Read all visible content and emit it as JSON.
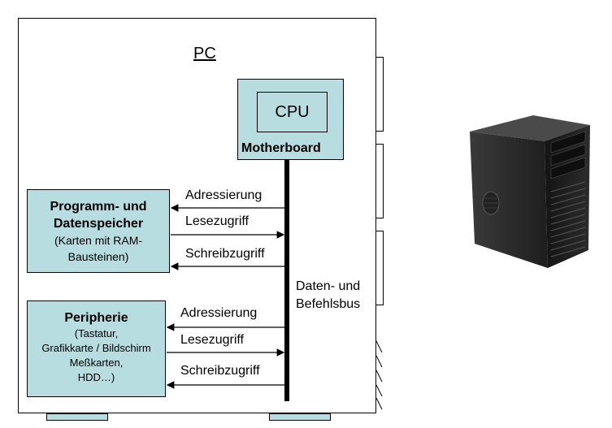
{
  "pc": {
    "title": "PC"
  },
  "motherboard": {
    "label": "Motherboard",
    "cpu_label": "CPU"
  },
  "bus": {
    "line1": "Daten- und",
    "line2": "Befehlsbus"
  },
  "memory": {
    "title1": "Programm- und",
    "title2": "Datenspeicher",
    "sub1": "(Karten mit RAM-",
    "sub2": "Bausteinen)"
  },
  "peripherals": {
    "title": "Peripherie",
    "sub1": "(Tastatur,",
    "sub2": "Grafikkarte / Bildschirm",
    "sub3": "Meßkarten,",
    "sub4": "HDD…)"
  },
  "memory_signals": {
    "addressing": "Adressierung",
    "read": "Lesezugriff",
    "write": "Schreibzugriff"
  },
  "peripheral_signals": {
    "addressing": "Adressierung",
    "read": "Lesezugriff",
    "write": "Schreibzugriff"
  },
  "colors": {
    "box_fill": "#b7dde0",
    "line": "#000000",
    "tower_body": "#2a2a2a"
  },
  "icons": {
    "tower": "pc-tower-icon"
  }
}
